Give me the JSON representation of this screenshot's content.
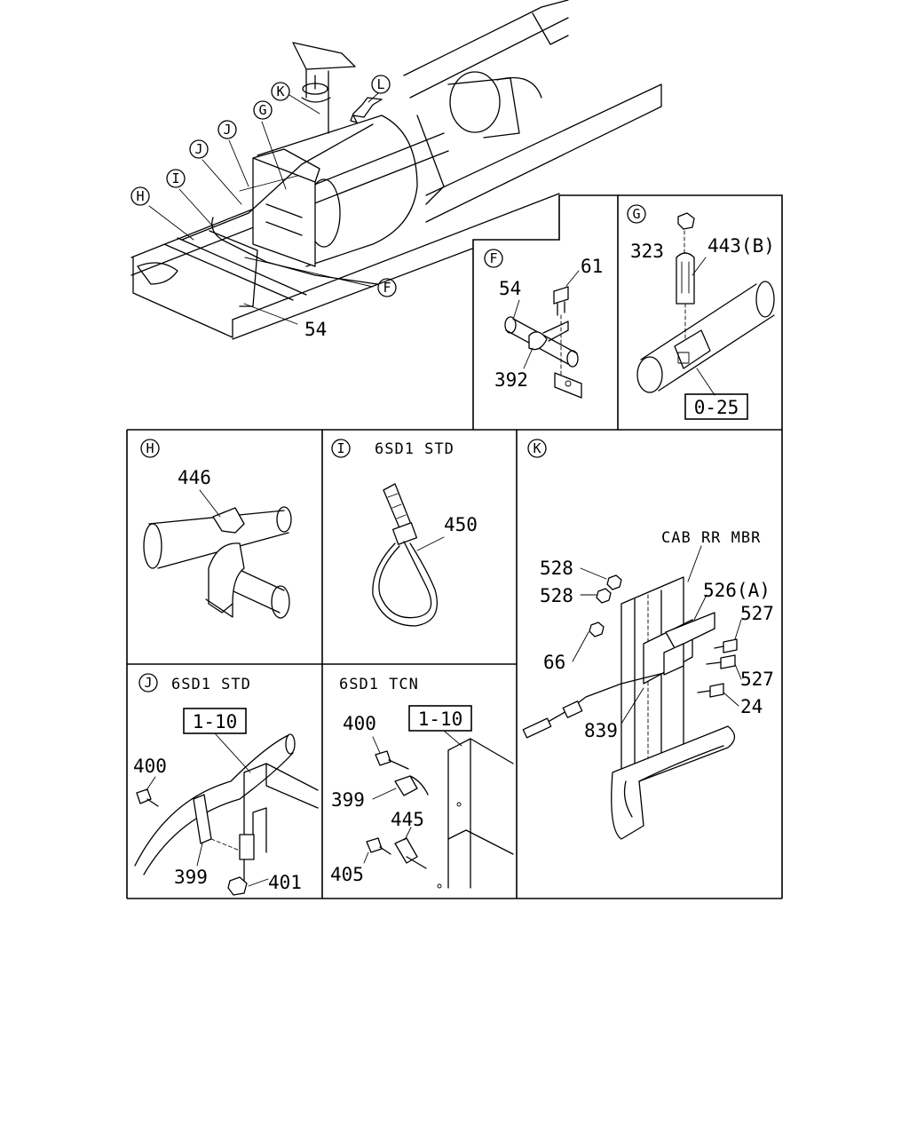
{
  "main_view": {
    "callouts": {
      "K": "K",
      "L": "L",
      "G": "G",
      "J1": "J",
      "J2": "J",
      "I": "I",
      "H": "H",
      "F": "F"
    },
    "part_54": "54"
  },
  "panel_F": {
    "letter": "F",
    "parts": {
      "p54": "54",
      "p61": "61",
      "p392": "392"
    }
  },
  "panel_G": {
    "letter": "G",
    "parts": {
      "p323": "323",
      "p443": "443(B)"
    },
    "ref_box": "0-25"
  },
  "panel_H": {
    "letter": "H",
    "parts": {
      "p446": "446"
    }
  },
  "panel_I": {
    "letter": "I",
    "caption": "6SD1 STD",
    "parts": {
      "p450": "450"
    }
  },
  "panel_K": {
    "letter": "K",
    "caption": "CAB RR MBR",
    "parts": {
      "p528a": "528",
      "p528b": "528",
      "p526": "526(A)",
      "p527a": "527",
      "p527b": "527",
      "p66": "66",
      "p24": "24",
      "p839": "839"
    }
  },
  "panel_J": {
    "letter": "J",
    "caption": "6SD1 STD",
    "ref_box": "1-10",
    "parts": {
      "p400": "400",
      "p399": "399",
      "p401": "401"
    }
  },
  "panel_TCN": {
    "caption": "6SD1 TCN",
    "ref_box": "1-10",
    "parts": {
      "p400": "400",
      "p399": "399",
      "p445": "445",
      "p405": "405"
    }
  }
}
